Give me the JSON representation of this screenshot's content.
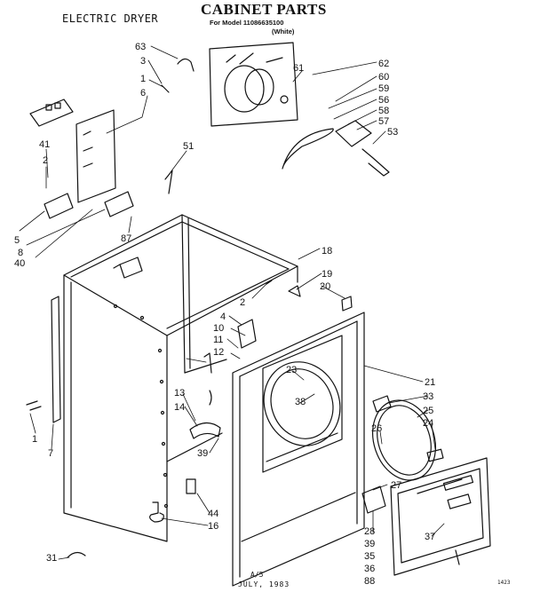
{
  "header": {
    "document_label": "ELECTRIC DRYER",
    "title": "CABINET PARTS",
    "model_line": "For Model 11086635100",
    "color_note": "(White)"
  },
  "footer": {
    "revision": "A/5",
    "date": "JULY, 1983",
    "sheet_code": "1423"
  },
  "callouts": [
    "63",
    "3",
    "1",
    "6",
    "41",
    "2",
    "5",
    "8",
    "40",
    "87",
    "51",
    "62",
    "60",
    "59",
    "56",
    "58",
    "57",
    "53",
    "61",
    "18",
    "19",
    "20",
    "2",
    "4",
    "10",
    "11",
    "12",
    "13",
    "14",
    "39",
    "23",
    "38",
    "21",
    "33",
    "25",
    "24",
    "26",
    "27",
    "28",
    "39",
    "35",
    "36",
    "88",
    "37",
    "44",
    "16",
    "1",
    "7",
    "31"
  ]
}
